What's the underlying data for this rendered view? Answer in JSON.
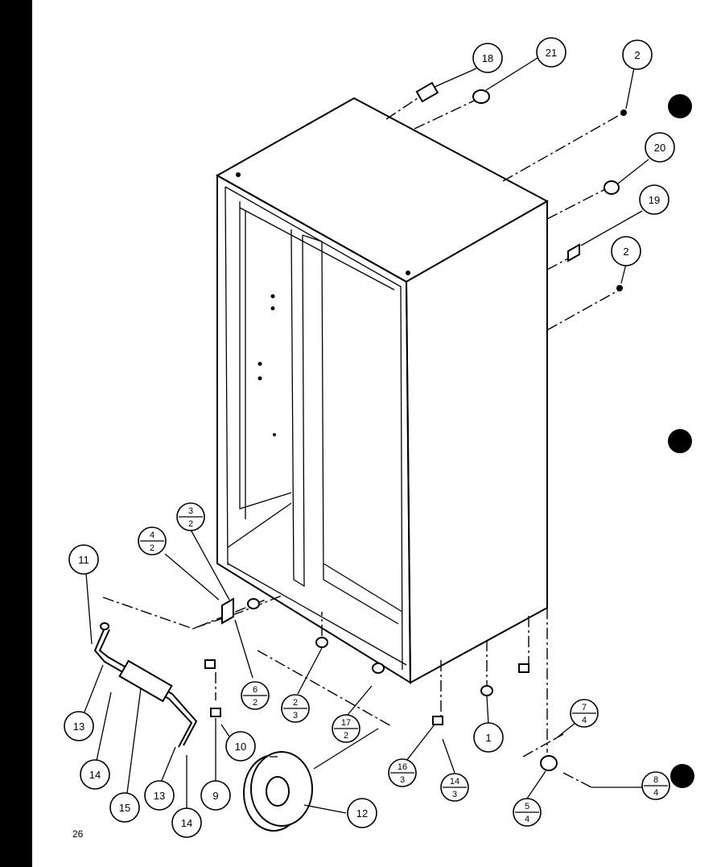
{
  "page_number": "26",
  "callouts": {
    "c18": "18",
    "c21": "21",
    "c2a": "2",
    "c20": "20",
    "c19": "19",
    "c2b": "2",
    "c11": "11",
    "c13a": "13",
    "c14a": "14",
    "c15": "15",
    "c13b": "13",
    "c14b": "14",
    "c9": "9",
    "c10": "10",
    "c12": "12",
    "c1": "1",
    "c3_2": {
      "top": "3",
      "bottom": "2"
    },
    "c4_2": {
      "top": "4",
      "bottom": "2"
    },
    "c6_2": {
      "top": "6",
      "bottom": "2"
    },
    "c2_3": {
      "top": "2",
      "bottom": "3"
    },
    "c17_2": {
      "top": "17",
      "bottom": "2"
    },
    "c16_3": {
      "top": "16",
      "bottom": "3"
    },
    "c14_3": {
      "top": "14",
      "bottom": "3"
    },
    "c7_4": {
      "top": "7",
      "bottom": "4"
    },
    "c5_4": {
      "top": "5",
      "bottom": "4"
    },
    "c8_4": {
      "top": "8",
      "bottom": "4"
    }
  }
}
